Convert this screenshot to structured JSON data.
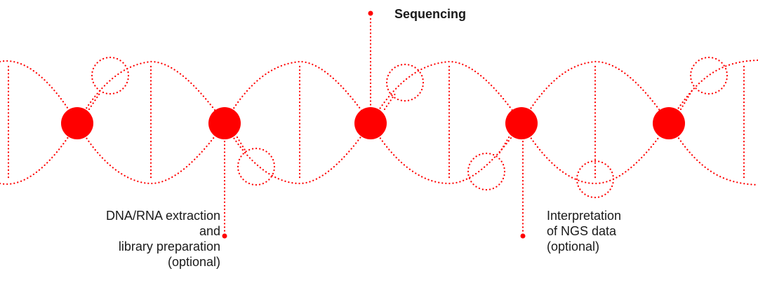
{
  "labels": {
    "sequencing": "Sequencing",
    "extraction": [
      "DNA/RNA extraction",
      "and",
      "library preparation",
      "(optional)"
    ],
    "interpretation": [
      "Interpretation",
      "of NGS data",
      "(optional)"
    ]
  },
  "colors": {
    "accent": "#ff0000",
    "text": "#1a1a1a"
  }
}
